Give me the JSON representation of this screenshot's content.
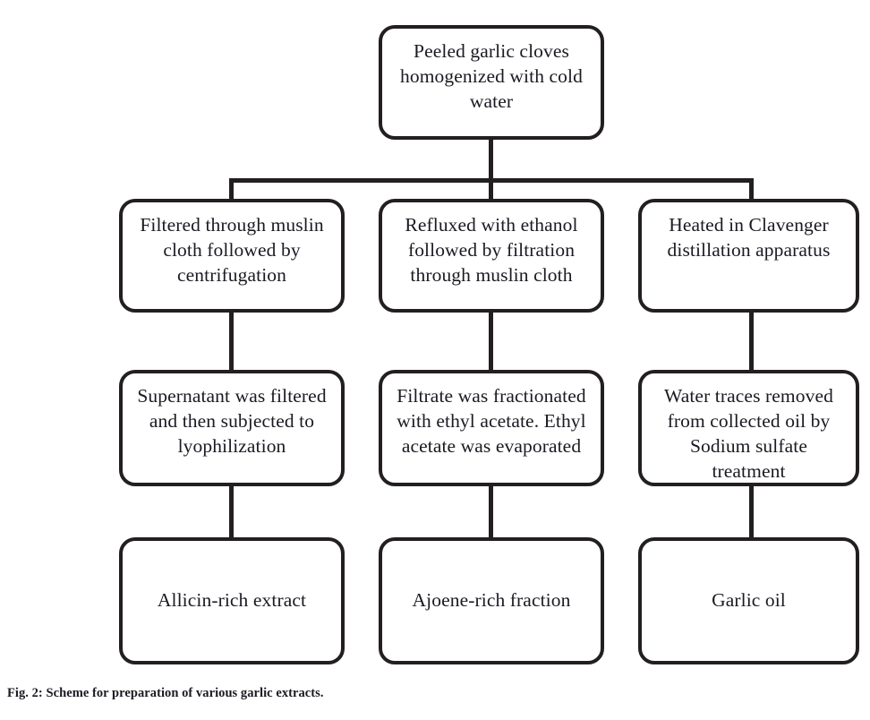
{
  "figure": {
    "caption": "Fig. 2: Scheme for preparation of various garlic extracts.",
    "colors": {
      "stroke": "#231f20",
      "fill": "#ffffff",
      "text": "#1a1a22"
    }
  },
  "diagram": {
    "type": "flowchart",
    "orientation": "top-down",
    "rows": 4,
    "columns": 3,
    "root": {
      "id": "node-top",
      "text": "Peeled garlic cloves\nhomogenized with cold\nwater"
    },
    "branches": [
      {
        "column": 1,
        "steps": [
          {
            "id": "node-filtered",
            "text": "Filtered through muslin\ncloth followed by\ncentrifugation"
          },
          {
            "id": "node-supernatant",
            "text": "Supernatant was filtered\nand then subjected to\nlyophilization"
          }
        ],
        "product": {
          "id": "node-allicin",
          "text": "Allicin-rich extract"
        }
      },
      {
        "column": 2,
        "steps": [
          {
            "id": "node-refluxed",
            "text": "Refluxed with ethanol\nfollowed by filtration\nthrough muslin cloth"
          },
          {
            "id": "node-filtrate",
            "text": "Filtrate was fractionated\nwith ethyl acetate. Ethyl\nacetate was evaporated"
          }
        ],
        "product": {
          "id": "node-ajoene",
          "text": "Ajoene-rich fraction"
        }
      },
      {
        "column": 3,
        "steps": [
          {
            "id": "node-heated",
            "text": "Heated in Clavenger\ndistillation apparatus"
          },
          {
            "id": "node-watertraces",
            "text": "Water traces removed\nfrom collected oil by\nSodium sulfate\ntreatment"
          }
        ],
        "product": {
          "id": "node-garlicoil",
          "text": "Garlic oil"
        }
      }
    ]
  }
}
